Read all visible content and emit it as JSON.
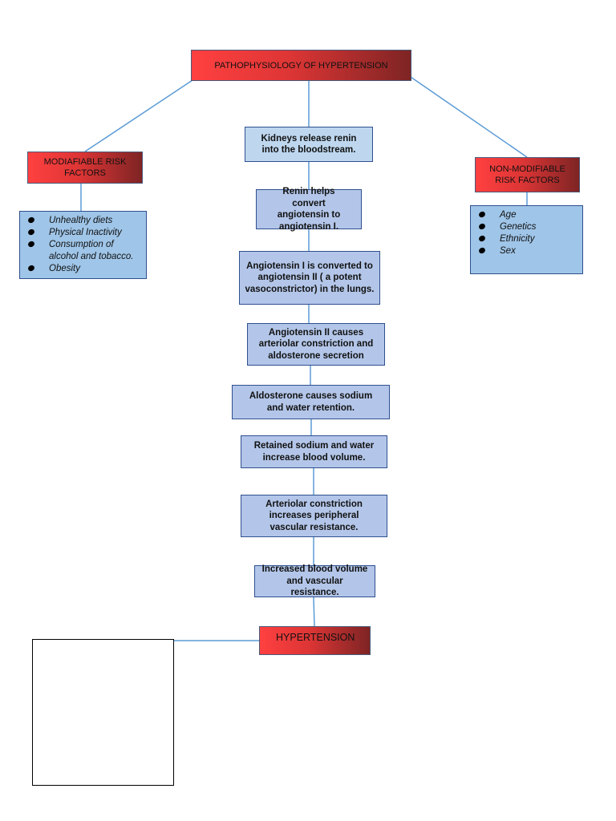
{
  "title": "PATHOPHYSIOLOGY OF HYPERTENSION",
  "modifiable": {
    "heading": "MODIAFIABLE RISK FACTORS",
    "items": [
      "Unhealthy diets",
      "Physical Inactivity",
      "Consumption of alcohol and tobacco.",
      "Obesity"
    ]
  },
  "non_modifiable": {
    "heading": "NON-MODIFIABLE RISK FACTORS",
    "items": [
      "Age",
      "Genetics",
      "Ethnicity",
      "Sex"
    ]
  },
  "steps": [
    "Kidneys release renin into the bloodstream.",
    "Renin helps convert angiotensin to angiotensin I.",
    "Angiotensin I is converted to angiotensin II ( a potent vasoconstrictor) in the lungs.",
    "Angiotensin II causes arteriolar constriction and aldosterone secretion",
    "Aldosterone causes sodium and water retention.",
    "Retained sodium and water increase blood volume.",
    "Arteriolar constriction increases peripheral vascular resistance.",
    "Increased blood volume and vascular resistance."
  ],
  "outcome": "HYPERTENSION",
  "colors": {
    "red_box": "#ff4040",
    "red_box_dark": "#7e2424",
    "step_box": "#b3c6e9",
    "list_box": "#9fc5e8",
    "connector": "#5b9bd5"
  }
}
